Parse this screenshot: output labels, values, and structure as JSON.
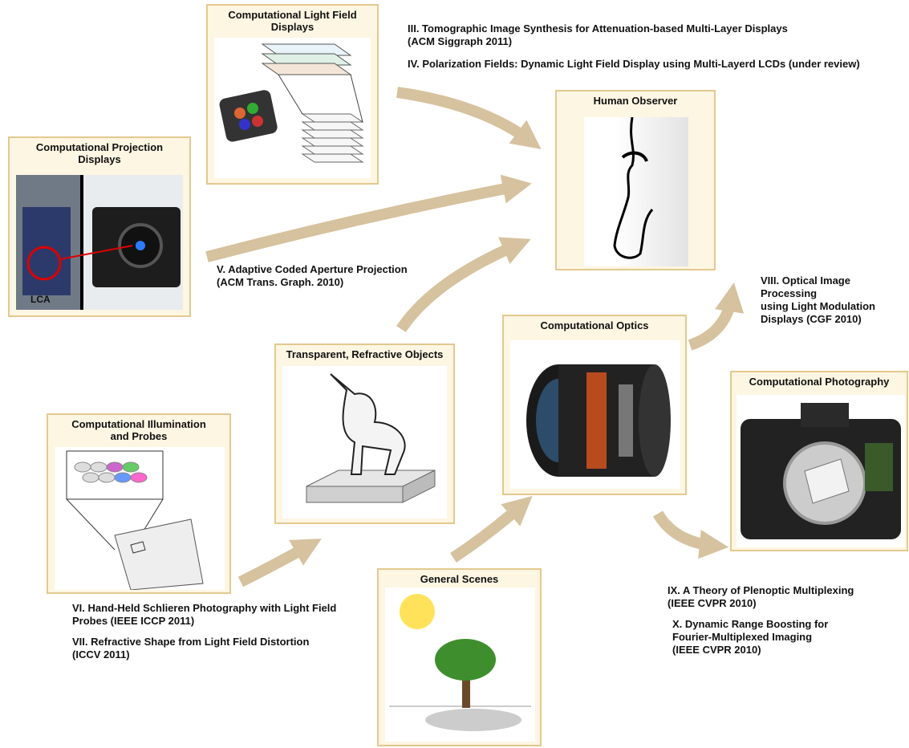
{
  "nodes": {
    "light_field": {
      "title": "Computational Light Field\nDisplays"
    },
    "projection": {
      "title": "Computational Projection\nDisplays",
      "lca_label": "LCA"
    },
    "human": {
      "title": "Human Observer"
    },
    "refractive": {
      "title": "Transparent, Refractive Objects"
    },
    "optics": {
      "title": "Computational Optics"
    },
    "illumination": {
      "title": "Computational Illumination\nand Probes"
    },
    "photography": {
      "title": "Computational Photography"
    },
    "scenes": {
      "title": "General Scenes"
    }
  },
  "references": {
    "r3": "III. Tomographic Image Synthesis for Attenuation-based Multi-Layer Displays\n     (ACM Siggraph 2011)",
    "r4": "IV. Polarization Fields: Dynamic Light Field Display using Multi-Layerd LCDs (under review)",
    "r5": "V. Adaptive Coded Aperture Projection\n   (ACM Trans. Graph. 2010)",
    "r6": "VI. Hand-Held Schlieren Photography with Light Field\n      Probes (IEEE ICCP 2011)",
    "r7": "VII. Refractive Shape from Light Field Distortion\n       (ICCV 2011)",
    "r8": "VIII. Optical Image Processing\n        using Light Modulation\n        Displays (CGF 2010)",
    "r9": "IX. A Theory of Plenoptic Multiplexing\n     (IEEE CVPR 2010)",
    "r10": "X. Dynamic Range Boosting for\n    Fourier-Multiplexed Imaging\n    (IEEE CVPR 2010)"
  },
  "colors": {
    "arrow": "#d6c29e",
    "box_fill": "#fdf6e3",
    "box_border": "#e3c98f"
  }
}
